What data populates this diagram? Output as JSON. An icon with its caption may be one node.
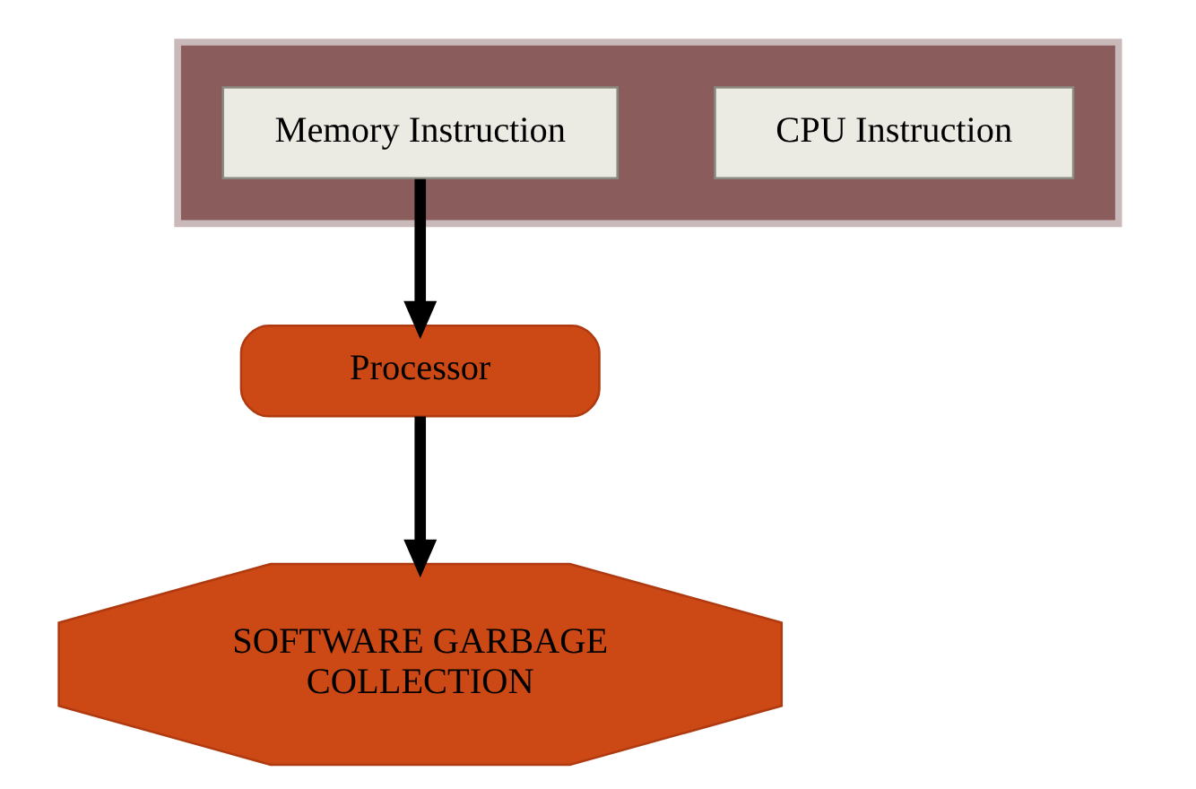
{
  "diagram": {
    "nodes": [
      {
        "text": [],
        "shape": "box"
      },
      {
        "text": [
          "Memory Instruction"
        ],
        "in": 0
      },
      {
        "text": [
          "CPU Instruction"
        ],
        "in": 0
      },
      {
        "text": [
          "Processor"
        ]
      },
      {
        "text": [
          "SOFTWARE GARBAGE COLLECTION"
        ]
      }
    ],
    "edges": [
      {
        "from": 1,
        "to": 3,
        "arrow": "to"
      },
      {
        "from": 3,
        "to": 4,
        "arrow": "to"
      }
    ]
  }
}
